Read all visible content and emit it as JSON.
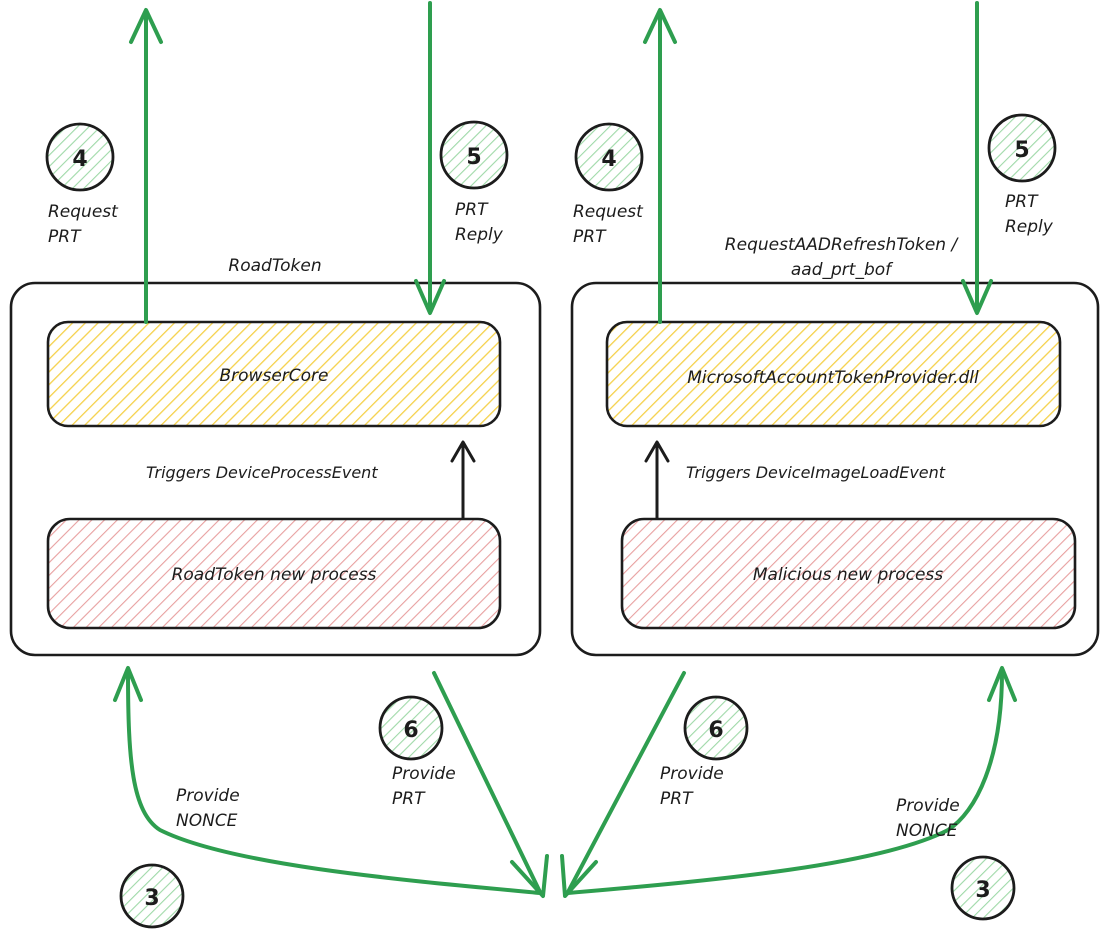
{
  "diagram": {
    "title_left": "RoadToken",
    "title_right": "RequestAADRefreshToken /",
    "title_right_line2": "aad_prt_bof",
    "colors": {
      "arrow_green": "#2e9e4f",
      "stroke_dark": "#1c1c1c",
      "hatch_yellow": "#f5d14a",
      "hatch_pink": "#e8a0a0",
      "hatch_green": "#9fd9a8",
      "background": "#ffffff"
    },
    "left_panel": {
      "container_label": "RoadToken",
      "top_box": "BrowserCore",
      "bottom_box": "RoadToken new process",
      "trigger_label": "Triggers DeviceProcessEvent"
    },
    "right_panel": {
      "container_label_line1": "RequestAADRefreshToken /",
      "container_label_line2": "aad_prt_bof",
      "top_box": "MicrosoftAccountTokenProvider.dll",
      "bottom_box": "Malicious new process",
      "trigger_label": "Triggers DeviceImageLoadEvent"
    },
    "steps": [
      {
        "id": "left-request-prt",
        "number": "4",
        "label_line1": "Request",
        "label_line2": "PRT",
        "direction": "up"
      },
      {
        "id": "left-prt-reply",
        "number": "5",
        "label_line1": "PRT",
        "label_line2": "Reply",
        "direction": "down"
      },
      {
        "id": "right-request-prt",
        "number": "4",
        "label_line1": "Request",
        "label_line2": "PRT",
        "direction": "up"
      },
      {
        "id": "right-prt-reply",
        "number": "5",
        "label_line1": "PRT",
        "label_line2": "Reply",
        "direction": "down"
      },
      {
        "id": "left-provide-nonce",
        "number": "3",
        "label_line1": "Provide",
        "label_line2": "NONCE",
        "direction": "up-curve"
      },
      {
        "id": "left-provide-prt",
        "number": "6",
        "label_line1": "Provide",
        "label_line2": "PRT",
        "direction": "down-diagonal"
      },
      {
        "id": "right-provide-prt",
        "number": "6",
        "label_line1": "Provide",
        "label_line2": "PRT",
        "direction": "down-diagonal"
      },
      {
        "id": "right-provide-nonce",
        "number": "3",
        "label_line1": "Provide",
        "label_line2": "NONCE",
        "direction": "up-curve"
      }
    ]
  }
}
